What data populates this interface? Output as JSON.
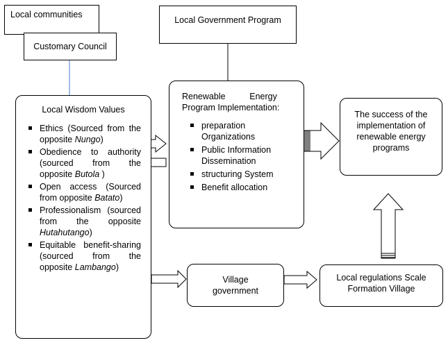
{
  "local_communities": "Local communities",
  "customary_council": "Customary Council",
  "local_government_program": "Local Government Program",
  "implementation": {
    "title_line1": "Renewable          Energy",
    "title_line2": "Program Implementation:",
    "items": [
      "preparation Organizations",
      "Public Information Dissemination",
      "structuring System",
      "Benefit allocation"
    ]
  },
  "success": "The success of the implementation of renewable energy programs",
  "wisdom": {
    "title": "Local Wisdom Values",
    "items": [
      {
        "text": "Ethics (Sourced from the opposite",
        "source": "Nungo",
        "suffix": ")"
      },
      {
        "text": "Obedience to authority (sourced from the opposite",
        "source": "Butola",
        "suffix": " )"
      },
      {
        "text": "Open access (Sourced from opposite",
        "source": "Batato",
        "suffix": ")"
      },
      {
        "text": "Professionalism (sourced from the opposite",
        "source": "Hutahutango",
        "suffix": ")"
      },
      {
        "text": "Equitable benefit-sharing (sourced from the opposite",
        "source": "Lambango",
        "suffix": ")"
      }
    ]
  },
  "village_government": "Village government",
  "local_regulations": "Local regulations Scale Formation Village"
}
